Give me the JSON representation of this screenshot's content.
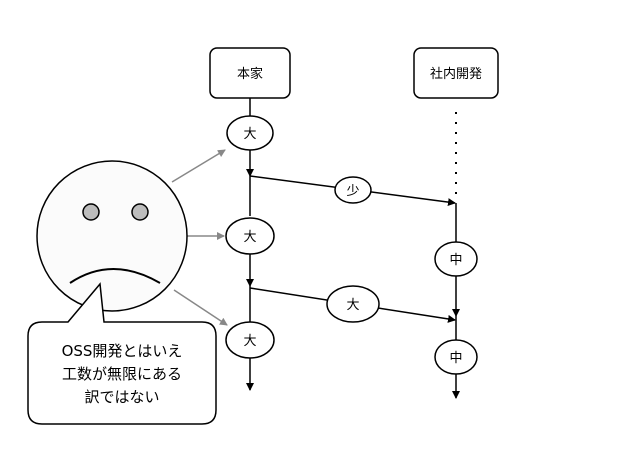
{
  "branches": {
    "upstream": "本家",
    "internal": "社内開発"
  },
  "nodes": {
    "upstream_1": "大",
    "upstream_2": "大",
    "upstream_3": "大",
    "merge_1": "少",
    "merge_2": "大",
    "internal_1": "中",
    "internal_2": "中"
  },
  "speech_bubble": {
    "line1": "OSS開発とはいえ",
    "line2": "工数が無限にある",
    "line3": "訳ではない"
  },
  "colors": {
    "face_fill": "#fbfbfb",
    "eye_fill": "#bdbdbd",
    "pointer_arrow": "#888888",
    "line": "#000000"
  }
}
